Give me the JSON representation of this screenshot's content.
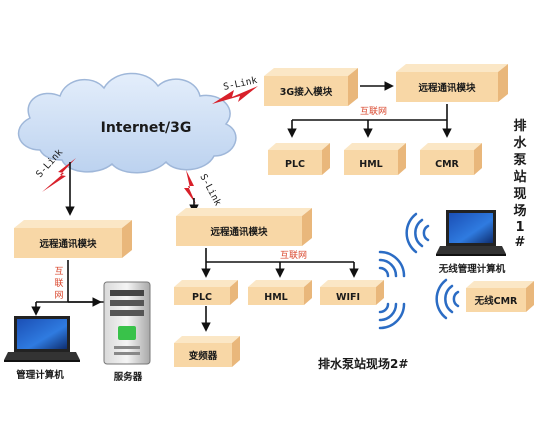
{
  "colors": {
    "box_front": "#f8d7a6",
    "box_top": "#fbe7c6",
    "box_side": "#e9b77b",
    "cloud": "#cfe0f5",
    "cloud_stroke": "#9fb7d9",
    "bolt": "#d8202a",
    "arrow": "#111111",
    "link_text": "#d9452b",
    "wifi": "#2b6cc4"
  },
  "cloud": {
    "label": "Internet/3G"
  },
  "links": {
    "s_link_1": "S-Link",
    "s_link_2": "S-Link",
    "s_link_3": "S-Link"
  },
  "site1": {
    "title_chars": [
      "排",
      "水",
      "泵",
      "站",
      "现",
      "场",
      "1",
      "#"
    ],
    "module_3g": "3G接入模块",
    "remote_comm": "远程通讯模块",
    "internet_label": "互联网",
    "plc": "PLC",
    "hml": "HML",
    "cmr": "CMR"
  },
  "site2": {
    "title": "排水泵站现场2#",
    "remote_comm": "远程通讯模块",
    "internet_label": "互联网",
    "plc": "PLC",
    "hml": "HML",
    "wifi": "WIFI",
    "inverter": "变频器"
  },
  "center": {
    "remote_comm": "远程通讯模块",
    "internet_label_chars": [
      "互",
      "联",
      "网"
    ],
    "computer_label": "管理计算机",
    "server_label": "服务器"
  },
  "wireless": {
    "computer_label": "无线管理计算机",
    "cmr": "无线CMR"
  },
  "icons": [
    "laptop-icon",
    "server-icon",
    "wifi-signal-icon",
    "lightning-bolt-icon",
    "cloud-icon"
  ]
}
